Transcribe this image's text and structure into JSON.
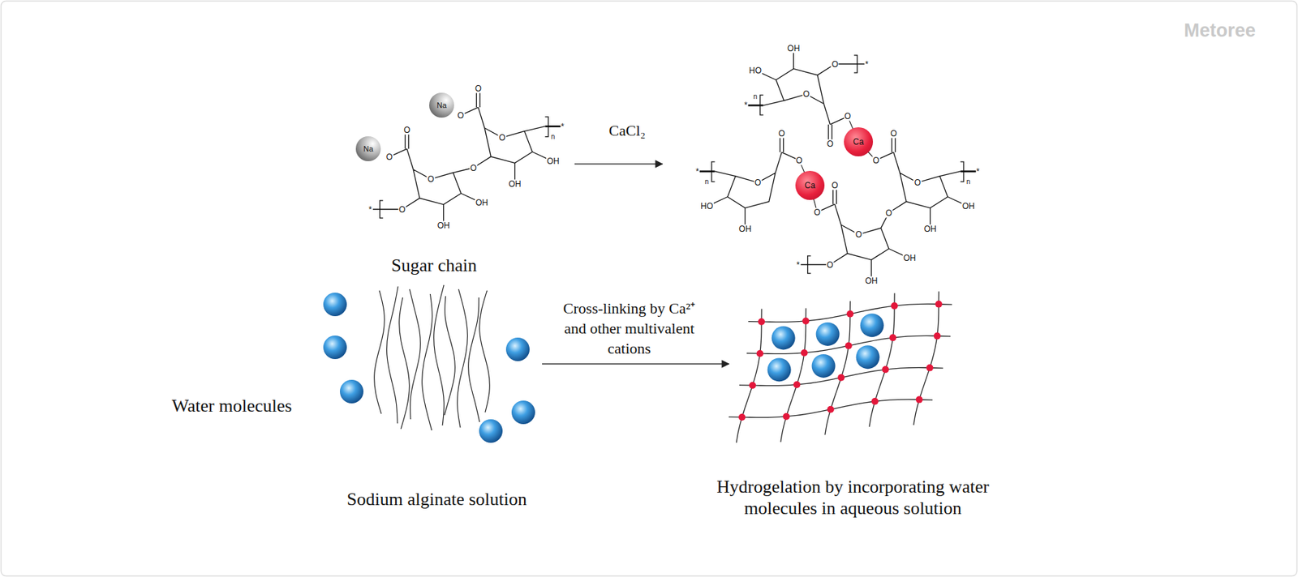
{
  "diagram": {
    "nodes": [
      {
        "text": [
          "Na"
        ]
      },
      {
        "text": [
          "Na"
        ]
      },
      {
        "text": [
          "Ca"
        ]
      },
      {
        "text": [
          "Ca"
        ]
      }
    ],
    "labels": [
      "O",
      "O",
      "O",
      "n",
      "*",
      "OH",
      "OH",
      "O",
      "O",
      "O",
      "O",
      "OH",
      "OH",
      "O",
      "*",
      "CaCl₂",
      "O",
      "O",
      "O",
      "n",
      "*",
      "HO",
      "OH",
      "O",
      "*",
      "O",
      "O",
      "O",
      "n",
      "*",
      "HO",
      "OH",
      "O",
      "O",
      "O",
      "n",
      "*",
      "OH",
      "OH",
      "O",
      "O",
      "O",
      "O",
      "OH",
      "OH",
      "O",
      "*",
      "Sugar chain",
      "Water molecules",
      "Cross-linking by Ca²⁺ and other multivalent cations",
      "Sodium alginate solution",
      "Hydrogelation by incorporating water molecules in aqueous solution",
      "Metoree"
    ]
  }
}
